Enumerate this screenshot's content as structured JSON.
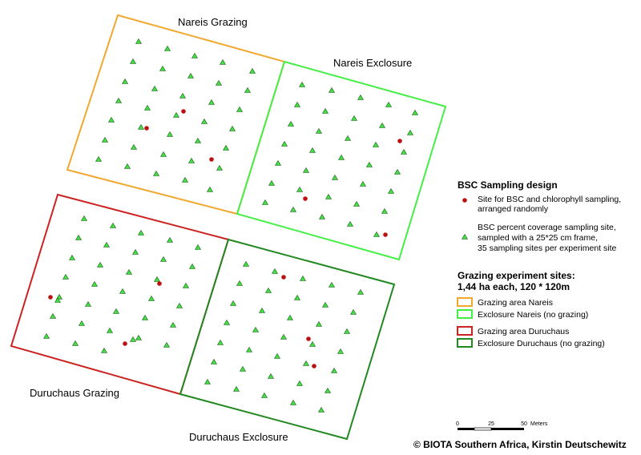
{
  "colors": {
    "grazing_nareis": "#f0a830",
    "exclosure_nareis": "#44ee44",
    "grazing_duruchaus": "#cc2222",
    "exclosure_duruchaus": "#228822",
    "triangle": "#44dd44",
    "dot": "#bb1111"
  },
  "plots": {
    "nareis_grazing": "Nareis Grazing",
    "nareis_exclosure": "Nareis Exclosure",
    "duruchaus_grazing": "Duruchaus Grazing",
    "duruchaus_exclosure": "Duruchaus Exclosure"
  },
  "legend": {
    "design_title": "BSC Sampling design",
    "dot_line1": "Site for BSC and chlorophyll sampling,",
    "dot_line2": "arranged randomly",
    "tri_line1": "BSC percent coverage sampling site,",
    "tri_line2": "sampled with a 25*25 cm frame,",
    "tri_line3": "35 sampling sites per experiment site",
    "sites_title": "Grazing experiment sites:",
    "sites_subtitle": "1,44 ha each, 120 * 120m",
    "items": [
      "Grazing area Nareis",
      "Exclosure Nareis (no grazing)",
      "Grazing area Duruchaus",
      "Exclosure Duruchaus (no grazing)"
    ]
  },
  "scale": {
    "ticks": [
      "0",
      "25",
      "50"
    ],
    "unit": "Meters"
  },
  "credit": "© BIOTA Southern Africa, Kirstin Deutschewitz"
}
